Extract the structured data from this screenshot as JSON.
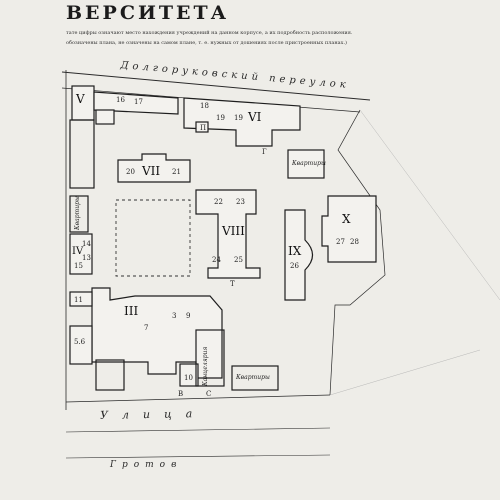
{
  "header": {
    "title": "ВЕРСИТЕТА",
    "note_lines": [
      "тате цифры означают место нахождения учреждений на данном корпусе, а их подробность расположения.",
      "обозначены плана, не означены на самом плане, т. е. нужных от дошениях после пристроенных планах.)"
    ]
  },
  "streets": {
    "top": "Долгоруковский переулок",
    "bottom": "Улица",
    "bottom_far": "Гротов"
  },
  "buildings": [
    {
      "roman": "V",
      "numbers": [
        "16",
        "17"
      ]
    },
    {
      "roman": "VI",
      "numbers": [
        "18",
        "19",
        "19"
      ]
    },
    {
      "roman": "VII",
      "numbers": [
        "20",
        "21"
      ]
    },
    {
      "roman": "VIII",
      "numbers": [
        "22",
        "23",
        "24",
        "25"
      ]
    },
    {
      "roman": "IX",
      "numbers": [
        "26"
      ]
    },
    {
      "roman": "X",
      "numbers": [
        "27",
        "28"
      ]
    },
    {
      "roman": "IV",
      "numbers": [
        "14",
        "15",
        "13"
      ]
    },
    {
      "roman": "III",
      "numbers": [
        "7",
        "3",
        "9",
        "5.6",
        "10",
        "11"
      ]
    }
  ],
  "annotations": {
    "kvartira": "Квартиры",
    "kancelyariya": "Канцелярия",
    "letters": [
      "В",
      "С",
      "Т",
      "Г",
      "П"
    ]
  }
}
